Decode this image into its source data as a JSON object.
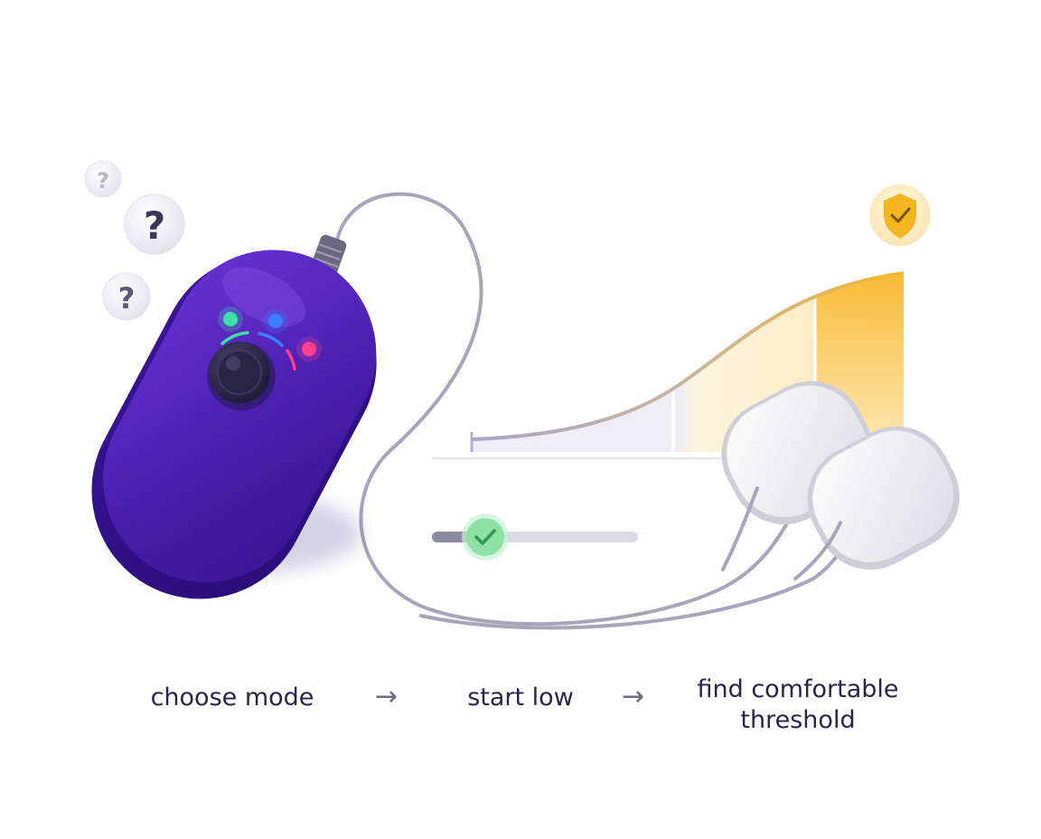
{
  "steps": [
    {
      "label": "choose mode"
    },
    {
      "label": "start low"
    },
    {
      "label": "find comfortable",
      "label2": "threshold"
    }
  ],
  "arrow_glyph": "→",
  "question_glyph": "?",
  "icons": {
    "questions": "question-bubble-icon",
    "check": "checkmark-icon",
    "shield": "shield-check-icon"
  },
  "colors": {
    "device": "#4a1fae",
    "device_dark": "#2f0f86",
    "knob": "#2a2547",
    "led_green": "#3fe0a6",
    "led_blue": "#3d7dff",
    "led_pink": "#ff3f8e",
    "cable": "#a8a4b9",
    "slider_track": "#dcdbe5",
    "slider_fill": "#8c89a2",
    "slider_thumb": "#8fe0a4",
    "check": "#2f9a4f",
    "curve_low": "#b9b4d1",
    "curve_high": "#f8b92e",
    "shield": "#f4b522",
    "text": "#2a2548",
    "arrow": "#6b6886"
  }
}
